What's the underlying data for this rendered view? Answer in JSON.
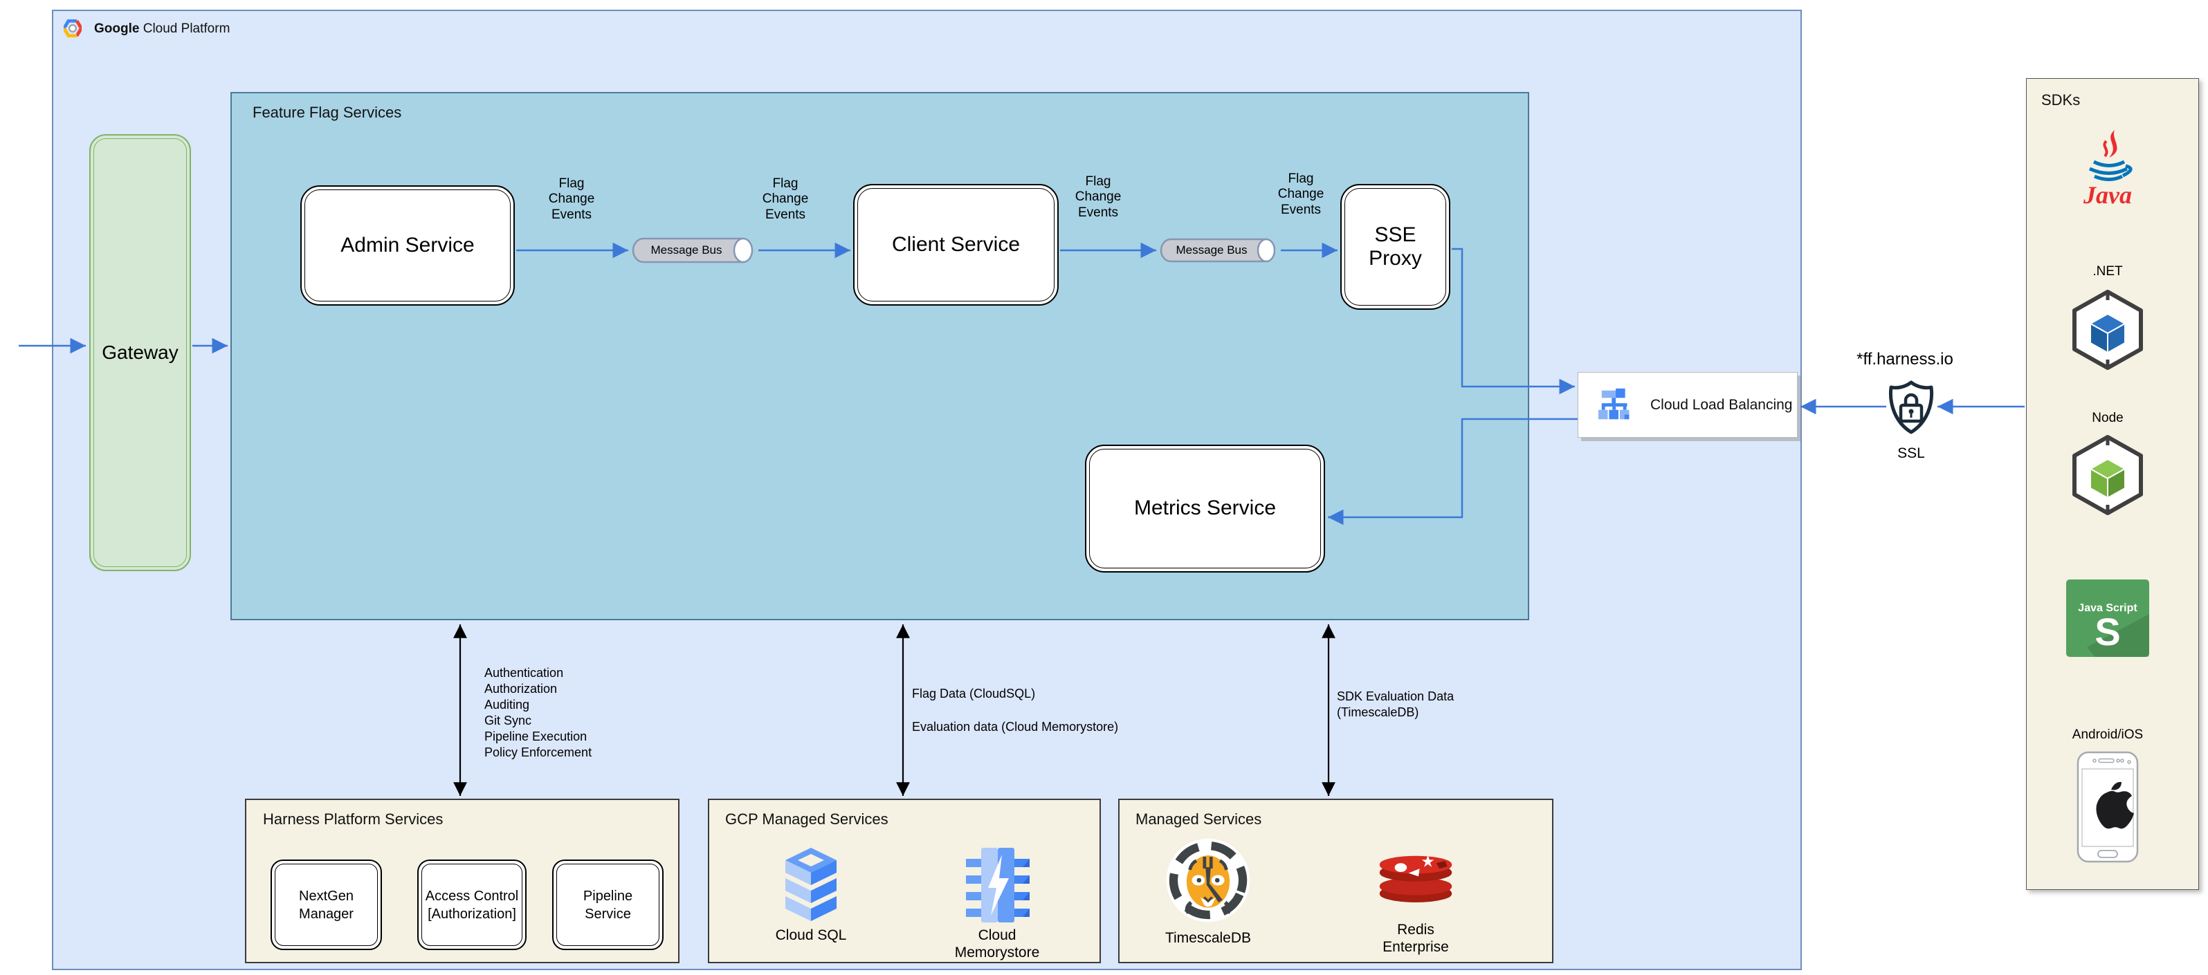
{
  "header": {
    "brand_bold": "Google",
    "brand_rest": " Cloud Platform",
    "logo_icon": "gcp-hexagon-logo"
  },
  "gateway": {
    "label": "Gateway"
  },
  "ffs": {
    "title": "Feature Flag Services",
    "nodes": {
      "admin": "Admin Service",
      "client": "Client Service",
      "sse": "SSE Proxy",
      "metrics": "Metrics Service"
    },
    "bus1": "Message Bus",
    "bus2": "Message Bus",
    "flow_labels": [
      "Flag Change Events",
      "Flag Change Events",
      "Flag Change Events",
      "Flag Change Events"
    ]
  },
  "clb": {
    "label": "Cloud Load Balancing",
    "icon": "load-balancer-icon"
  },
  "ingress": {
    "domain": "*ff.harness.io",
    "ssl": "SSL",
    "icon": "ssl-shield-lock-icon"
  },
  "sdks": {
    "title": "SDKs",
    "java": {
      "logo_text": "Java",
      "icon": "java-logo-icon"
    },
    "dotnet": {
      "label": ".NET",
      "icon": "dotnet-package-cube-icon"
    },
    "node": {
      "label": "Node",
      "icon": "node-package-cube-icon"
    },
    "javascript": {
      "title": "Java Script",
      "letter": "S",
      "icon": "javascript-square-icon"
    },
    "mobile": {
      "label": "Android/iOS",
      "icon": "smartphone-apple-icon"
    }
  },
  "hps": {
    "title": "Harness Platform Services",
    "nodes": [
      "NextGen Manager",
      "Access Control [Authorization]",
      "Pipeline Service"
    ]
  },
  "gcpms": {
    "title": "GCP Managed Services",
    "captions": [
      "Cloud SQL",
      "Cloud Memorystore"
    ],
    "icons": [
      "cloud-sql-icon",
      "cloud-memorystore-icon"
    ]
  },
  "ms": {
    "title": "Managed Services",
    "captions": [
      "TimescaleDB",
      "Redis Enterprise"
    ],
    "icons": [
      "timescaledb-tiger-icon",
      "redis-enterprise-icon"
    ]
  },
  "annotations": {
    "ops": [
      "Authentication",
      "Authorization",
      "Auditing",
      "Git Sync",
      "Pipeline Execution",
      "Policy Enforcement"
    ],
    "flag_data": "Flag Data (CloudSQL)",
    "eval_data": "Evaluation data (Cloud Memorystore)",
    "sdk_eval": "SDK Evaluation Data (TimescaleDB)"
  },
  "colors": {
    "gcp_fill": "#dbe7fa",
    "gcp_border": "#6c8ebf",
    "ffs_fill": "#a8d3e5",
    "ffs_border": "#4a7b96",
    "gateway_fill": "#d5e8d4",
    "gateway_border": "#82b366",
    "panel_fill": "#f5f1e3",
    "arrow_blue": "#3d78d8",
    "arrow_black": "#000000",
    "google_blue": "#4285f4",
    "google_red": "#ea4335",
    "google_yellow": "#fbbc05"
  }
}
